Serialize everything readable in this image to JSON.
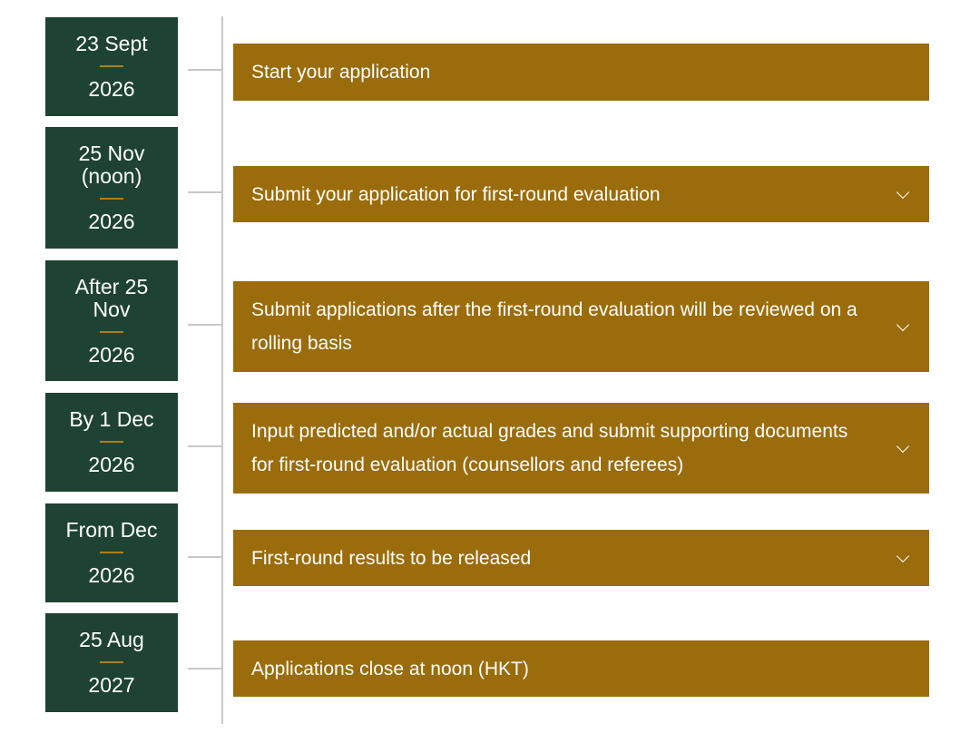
{
  "timeline": [
    {
      "date": "23 Sept",
      "year": "2026",
      "title": "Start your application",
      "expandable": false,
      "chevron_icon": ""
    },
    {
      "date": "25 Nov (noon)",
      "year": "2026",
      "title": "Submit your application for first-round evaluation",
      "expandable": true,
      "chevron_icon": "chevron-down-icon"
    },
    {
      "date": "After 25 Nov",
      "year": "2026",
      "title": "Submit applications after the first-round evaluation will be reviewed on a rolling basis",
      "expandable": true,
      "chevron_icon": "chevron-down-icon"
    },
    {
      "date": "By 1 Dec",
      "year": "2026",
      "title": "Input predicted and/or actual grades and submit supporting documents for first-round evaluation (counsellors and referees)",
      "expandable": true,
      "chevron_icon": "chevron-down-icon"
    },
    {
      "date": "From Dec",
      "year": "2026",
      "title": "First-round results to be released",
      "expandable": true,
      "chevron_icon": "chevron-down-icon"
    },
    {
      "date": "25 Aug",
      "year": "2027",
      "title": "Applications close at noon (HKT)",
      "expandable": false,
      "chevron_icon": ""
    }
  ],
  "colors": {
    "date_box_bg": "#1f4332",
    "bar_bg": "#9a6c0c",
    "separator": "#b07d1a",
    "timeline_line": "#c8c8c8",
    "text": "#ffffff"
  }
}
